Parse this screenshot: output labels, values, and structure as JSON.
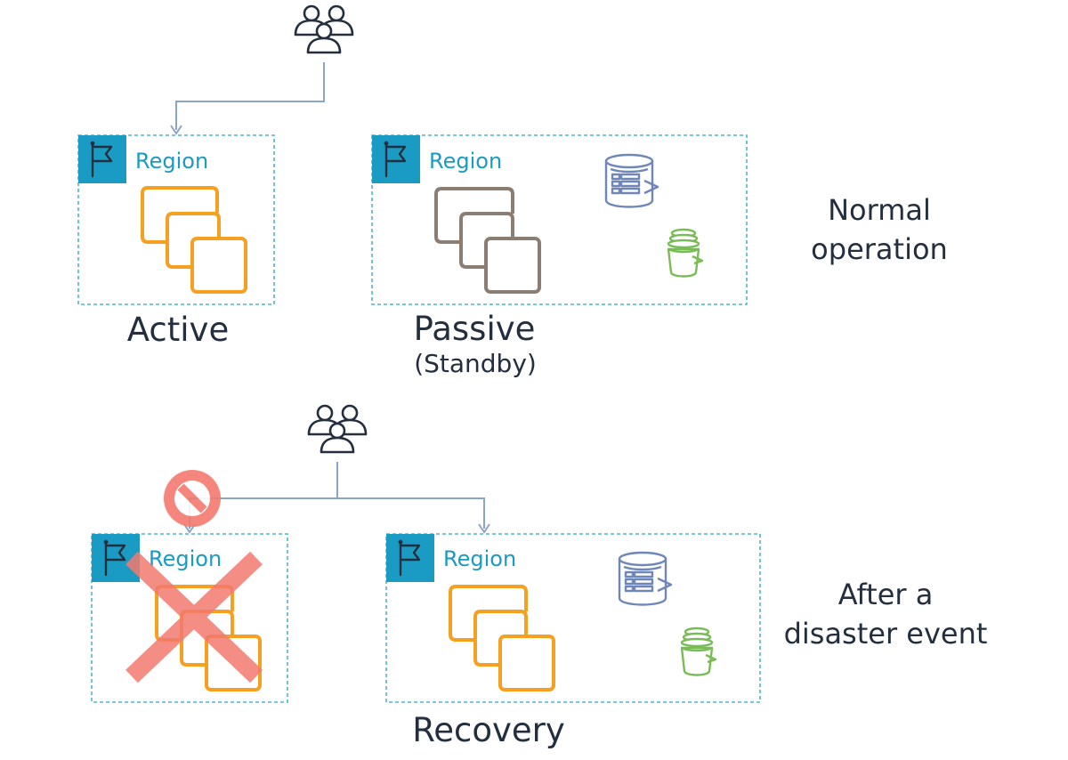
{
  "colors": {
    "region_border": "#4fb3cf",
    "region_flag_bg": "#1a9bc4",
    "region_text": "#1a9bc4",
    "active_compute": "#f5a020",
    "passive_compute": "#8b7d72",
    "database": "#6f87b8",
    "bucket": "#77bd54",
    "connector": "#8aa5c8",
    "failure": "#f37a6f",
    "text": "#232f3e"
  },
  "normal_operation": {
    "label_line1": "Normal",
    "label_line2": "operation",
    "users_icon": "users-icon",
    "active_region": {
      "region_label": "Region",
      "role_label": "Active",
      "flag_icon": "region-flag-icon",
      "compute_icon": "compute-instances-icon"
    },
    "passive_region": {
      "region_label": "Region",
      "role_label": "Passive",
      "role_sublabel": "(Standby)",
      "flag_icon": "region-flag-icon",
      "compute_icon": "compute-instances-icon",
      "database_icon": "database-icon",
      "bucket_icon": "bucket-icon"
    }
  },
  "after_disaster": {
    "label_line1": "After a",
    "label_line2": "disaster event",
    "users_icon": "users-icon",
    "blocked_icon": "no-entry-icon",
    "failed_icon": "failure-cross-icon",
    "failed_region": {
      "region_label": "Region",
      "flag_icon": "region-flag-icon",
      "compute_icon": "compute-instances-icon"
    },
    "recovery_region": {
      "region_label": "Region",
      "role_label": "Recovery",
      "flag_icon": "region-flag-icon",
      "compute_icon": "compute-instances-icon",
      "database_icon": "database-icon",
      "bucket_icon": "bucket-icon"
    }
  }
}
